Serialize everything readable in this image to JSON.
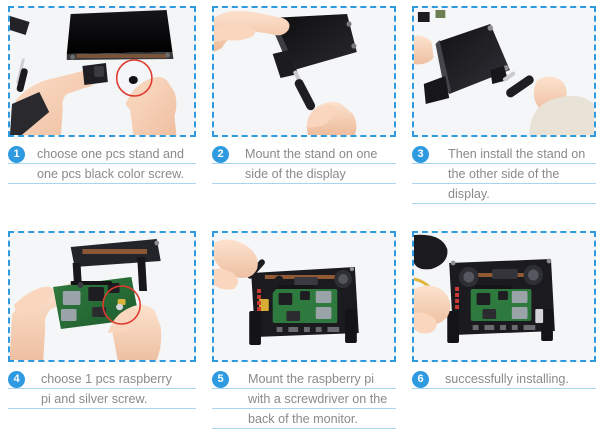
{
  "document": {
    "title": "Display stand and Raspberry Pi installation steps",
    "colors": {
      "accent_blue": "#2e9ae0",
      "underline_blue": "#a8d6ef",
      "caption_text": "#8a8a8a",
      "highlight_circle_red": "#e03a2f",
      "background": "#ffffff"
    }
  },
  "steps": [
    {
      "number": "1",
      "lines": [
        "choose one pcs stand and",
        "one pcs black color screw."
      ],
      "photo": {
        "name": "photo-step-1",
        "alt": "Two hands on a white table, one holding a small black plastic stand, the other holding a small black screw circled in red, with a black LCD display panel lying above",
        "scene": "stand-and-black-screw",
        "highlight": "red-circle"
      }
    },
    {
      "number": "2",
      "lines": [
        "Mount the stand on one",
        "side of the display"
      ],
      "photo": {
        "name": "photo-step-2",
        "alt": "A hand tilting a black display panel while the other hand uses a screwdriver to attach a black stand to its side",
        "scene": "mount-stand-one-side",
        "highlight": "none"
      }
    },
    {
      "number": "3",
      "lines": [
        "Then install the stand on",
        "the other side of the",
        "display."
      ],
      "photo": {
        "name": "photo-step-3",
        "alt": "Black display standing on two black stands while a hand drives a screw into the second stand with a screwdriver",
        "scene": "install-stand-other-side",
        "highlight": "none"
      }
    },
    {
      "number": "4",
      "lines": [
        "choose 1 pcs raspberry",
        "pi and silver screw."
      ],
      "photo": {
        "name": "photo-step-4",
        "alt": "A hand holding a green Raspberry Pi board, the other hand holding a silver screw circled in red, with the display back panel behind",
        "scene": "raspberry-pi-and-silver-screw",
        "highlight": "red-circle"
      }
    },
    {
      "number": "5",
      "lines": [
        "Mount the raspberry pi",
        "with a screwdriver on the",
        "back of the monitor."
      ],
      "photo": {
        "name": "photo-step-5",
        "alt": "A hand with a screwdriver mounting the Raspberry Pi board onto the black back plate of the monitor resting on its stands",
        "scene": "mount-pi-with-screwdriver",
        "highlight": "none"
      }
    },
    {
      "number": "6",
      "lines": [
        "successfully installing."
      ],
      "photo": {
        "name": "photo-step-6",
        "alt": "Finished assembly: the Raspberry Pi mounted on the back of the monitor standing on its two black stands, a hand beside it",
        "scene": "successfully-installed",
        "highlight": "none"
      }
    }
  ]
}
